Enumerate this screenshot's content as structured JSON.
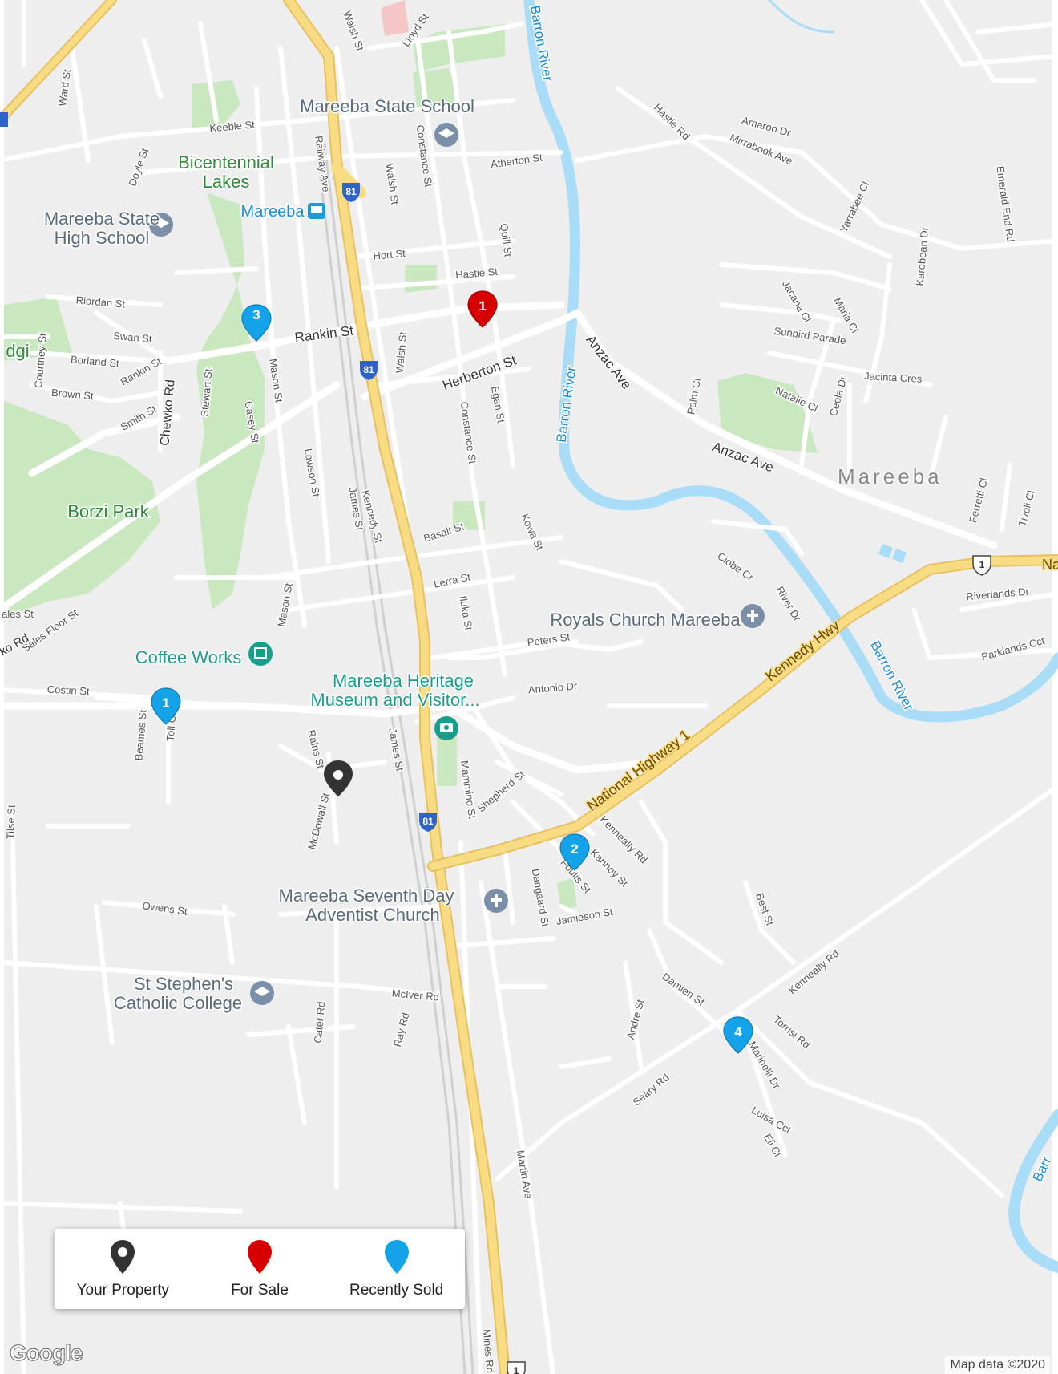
{
  "legend": {
    "your_property": "Your Property",
    "for_sale": "For Sale",
    "recently_sold": "Recently Sold"
  },
  "colors": {
    "land": "#eeeeee",
    "road": "#ffffff",
    "highway": "#f7d57a",
    "park": "#c9e8c0",
    "water": "#a8dcf7",
    "blue_marker": "#14a3e8",
    "red_marker": "#d60000",
    "dark_marker": "#333333"
  },
  "attribution": "Map data ©2020",
  "logo": "Google",
  "markers": {
    "for_sale_1": "1",
    "sold_1": "1",
    "sold_2": "2",
    "sold_3": "3",
    "sold_4": "4"
  },
  "labels": {
    "l01": "Mareeba State School",
    "l02": "Bicentennial",
    "l03": "Lakes",
    "l04": "Mareeba State",
    "l05": "High School",
    "l06": "Mareeba",
    "l07": "Borzi Park",
    "l08": "Coffee Works",
    "l09": "Mareeba Heritage",
    "l10": "Museum and Visitor...",
    "l11": "Royals Church Mareeba",
    "l12": "Mareeba Seventh Day",
    "l13": "Adventist Church",
    "l14": "St Stephen's",
    "l15": "Catholic College",
    "l16": "Mareeba",
    "l17": "Rankin St",
    "l18": "Herberton St",
    "l19": "Anzac Ave",
    "l20": "Anzac Ave",
    "l21": "Kennedy Hwy",
    "l22": "National Highway 1",
    "l23": "Barron River",
    "l24": "Barron River",
    "l25": "Barron River",
    "l26": "Walsh St",
    "l27": "Lloyd St",
    "l28": "Keeble St",
    "l29": "Railway Ave",
    "l30": "Walsh St",
    "l31": "Constance St",
    "l32": "Atherton St",
    "l33": "Hort St",
    "l34": "Hastie St",
    "l35": "Quill St",
    "l36": "Riordan St",
    "l37": "Swan St",
    "l38": "Borland St",
    "l39": "Brown St",
    "l40": "Rankin St",
    "l41": "Smith St",
    "l42": "Chewko Rd",
    "l43": "Stewart St",
    "l44": "Mason St",
    "l45": "Casey St",
    "l46": "Walsh St",
    "l47": "Constance St",
    "l48": "Egan St",
    "l49": "Lawson St",
    "l50": "James St",
    "l51": "Kennedy St",
    "l52": "Basalt St",
    "l53": "Kowa St",
    "l54": "Lerra St",
    "l55": "Iluka St",
    "l56": "Mason St",
    "l57": "Peters St",
    "l58": "Antonio Dr",
    "l59": "Costin St",
    "l60": "Beames St",
    "l61": "Toll Cl",
    "l62": "Rains St",
    "l63": "McDowall St",
    "l64": "James St",
    "l65": "Mammino St",
    "l66": "Shepherd St",
    "l67": "Kenneally Rd",
    "l68": "Kannoy St",
    "l69": "Foulis St",
    "l70": "Dangaard St",
    "l71": "Jamieson St",
    "l72": "Owens St",
    "l73": "McIver Rd",
    "l74": "Cater Rd",
    "l75": "Ray Rd",
    "l76": "Martin Ave",
    "l77": "Damien St",
    "l78": "Andre St",
    "l79": "Best St",
    "l80": "Kenneally Rd",
    "l81": "Torrisi Rd",
    "l82": "Marinelli Dr",
    "l83": "Luisa Cct",
    "l84": "Eli Cl",
    "l85": "Seary Rd",
    "l86": "Mines Rd",
    "l87": "Tilse St",
    "l88": "Ward St",
    "l89": "Doyle St",
    "l90": "Courtney St",
    "l91": "Sales Floor St",
    "l92": "Hastie Rd",
    "l93": "Amaroo Dr",
    "l94": "Mirrabook Ave",
    "l95": "Yarrabee Cl",
    "l96": "Karobean Dr",
    "l97": "Emerald End Rd",
    "l98": "Jacana Cl",
    "l99": "Maria Cl",
    "l100": "Sunbird Parade",
    "l101": "Jacinta Cres",
    "l102": "Natalie Cl",
    "l103": "Ceola Dr",
    "l104": "Palm Cl",
    "l105": "Ferretti Cl",
    "l106": "Tivoli Cl",
    "l107": "Ciobe Cr",
    "l108": "River Dr",
    "l109": "Riverlands Dr",
    "l110": "Parklands Cct",
    "l111": "Nat",
    "l112": "81",
    "l113": "81",
    "l114": "81",
    "l115": "1",
    "l116": "1",
    "l117": "dgi",
    "l118": "ales St",
    "l119": "ko Rd",
    "l120": "Barr"
  }
}
